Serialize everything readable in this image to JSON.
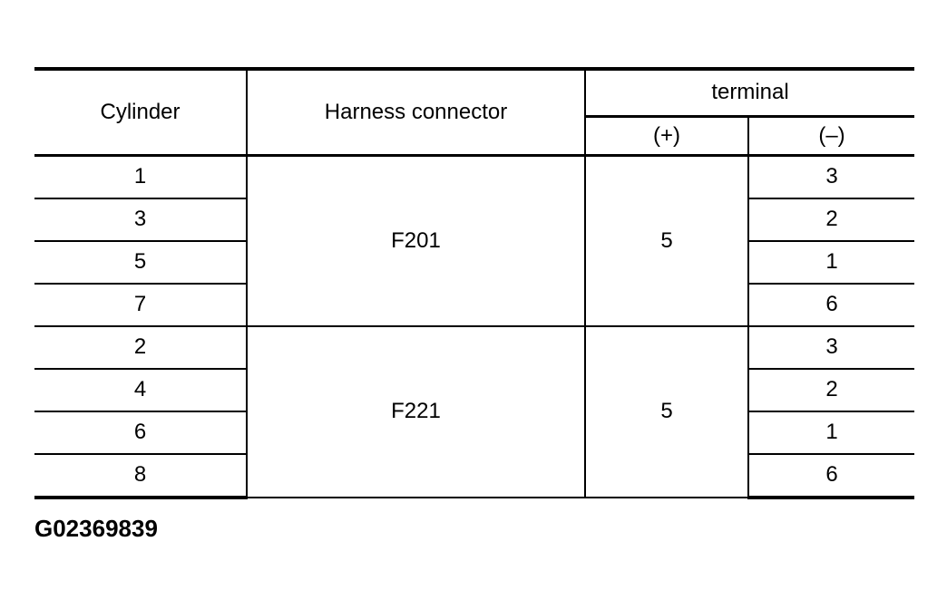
{
  "figure_id": "G02369839",
  "colors": {
    "background": "#ffffff",
    "line": "#000000",
    "text": "#000000"
  },
  "table": {
    "headers": {
      "cylinder": "Cylinder",
      "harness_connector": "Harness connector",
      "terminal": "terminal",
      "terminal_plus": "(+)",
      "terminal_minus": "(–)"
    },
    "groups": [
      {
        "harness_connector": "F201",
        "terminal_plus": "5",
        "rows": [
          {
            "cylinder": "1",
            "terminal_minus": "3"
          },
          {
            "cylinder": "3",
            "terminal_minus": "2"
          },
          {
            "cylinder": "5",
            "terminal_minus": "1"
          },
          {
            "cylinder": "7",
            "terminal_minus": "6"
          }
        ]
      },
      {
        "harness_connector": "F221",
        "terminal_plus": "5",
        "rows": [
          {
            "cylinder": "2",
            "terminal_minus": "3"
          },
          {
            "cylinder": "4",
            "terminal_minus": "2"
          },
          {
            "cylinder": "6",
            "terminal_minus": "1"
          },
          {
            "cylinder": "8",
            "terminal_minus": "6"
          }
        ]
      }
    ]
  },
  "chart_data": {
    "type": "table",
    "title": "",
    "columns": [
      "Cylinder",
      "Harness connector",
      "terminal (+)",
      "terminal (–)"
    ],
    "rows": [
      [
        "1",
        "F201",
        "5",
        "3"
      ],
      [
        "3",
        "F201",
        "5",
        "2"
      ],
      [
        "5",
        "F201",
        "5",
        "1"
      ],
      [
        "7",
        "F201",
        "5",
        "6"
      ],
      [
        "2",
        "F221",
        "5",
        "3"
      ],
      [
        "4",
        "F221",
        "5",
        "2"
      ],
      [
        "6",
        "F221",
        "5",
        "1"
      ],
      [
        "8",
        "F221",
        "5",
        "6"
      ]
    ]
  }
}
